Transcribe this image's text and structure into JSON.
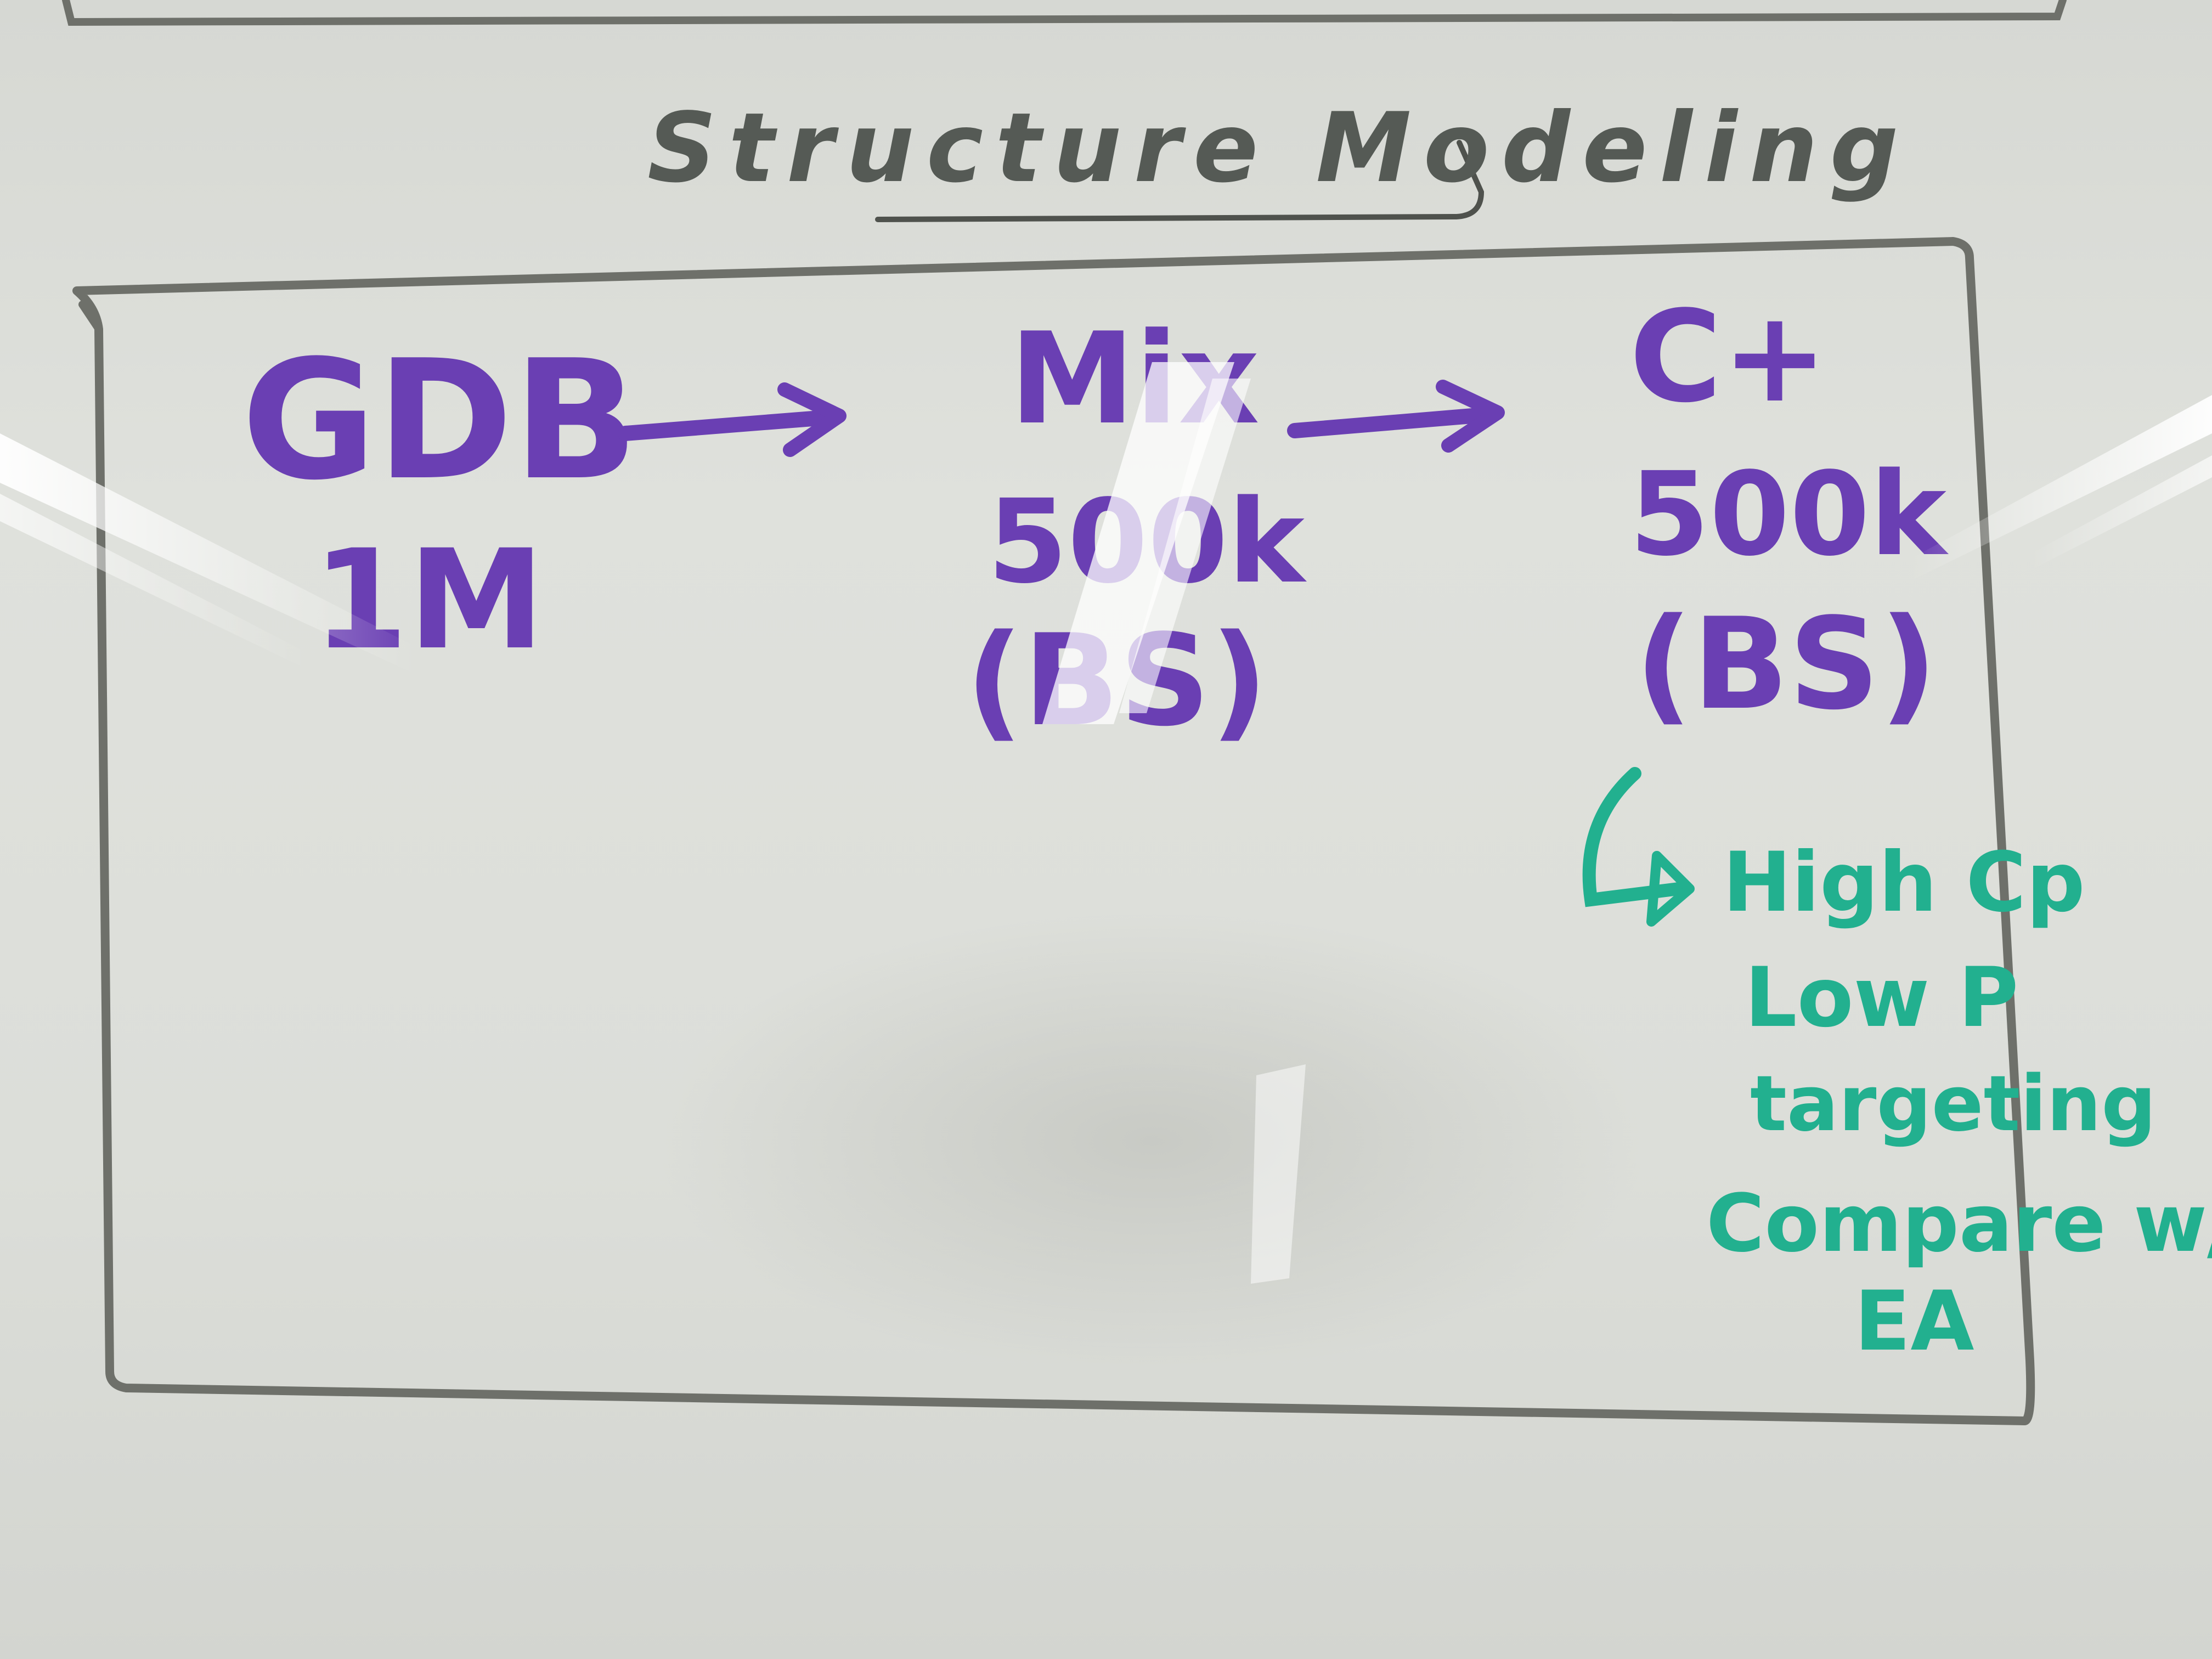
{
  "title": "Structure Modeling",
  "flow": [
    {
      "name": "GDB",
      "count": "1M"
    },
    {
      "name": "Mix",
      "count": "500k",
      "tag": "(BS)"
    },
    {
      "name": "C+",
      "count": "500k",
      "tag": "(BS)"
    }
  ],
  "notes": [
    "High Cp",
    "Low P",
    "targeting",
    "Compare w/",
    "EA"
  ],
  "colors": {
    "purple_marker": "#6a3fb3",
    "green_marker": "#22b08f",
    "frame": "#6e706a",
    "board": "#dcded9"
  }
}
